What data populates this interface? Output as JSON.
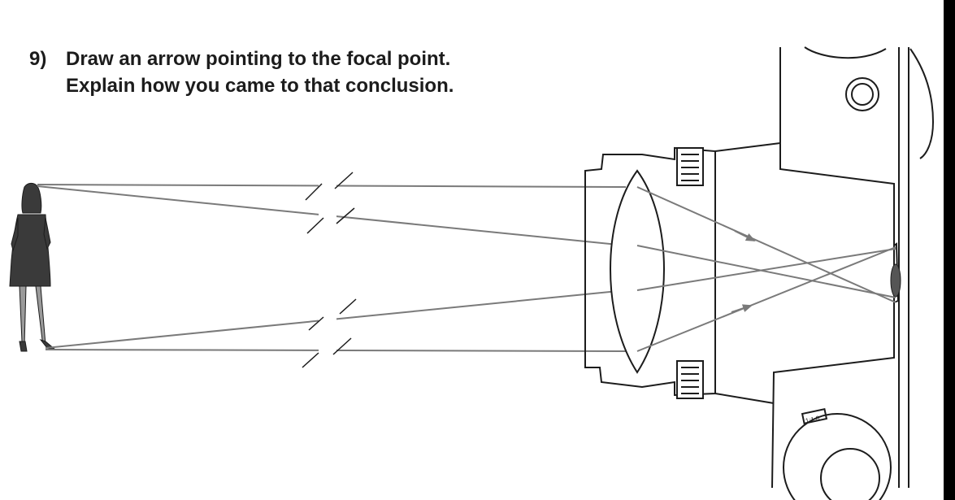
{
  "question": {
    "number": "9)",
    "line1": "Draw an arrow pointing to the focal point.",
    "line2": "Explain how you came to that conclusion."
  },
  "diagram": {
    "subject": "woman-figure",
    "device": "camera-cross-section",
    "lens": "convex-lens",
    "rays": 4,
    "camera_label": "1:1.8"
  },
  "colors": {
    "ink": "#1c1c1c",
    "ray": "#7a7a7a",
    "figure": "#3a3a3a",
    "background": "#ffffff"
  }
}
